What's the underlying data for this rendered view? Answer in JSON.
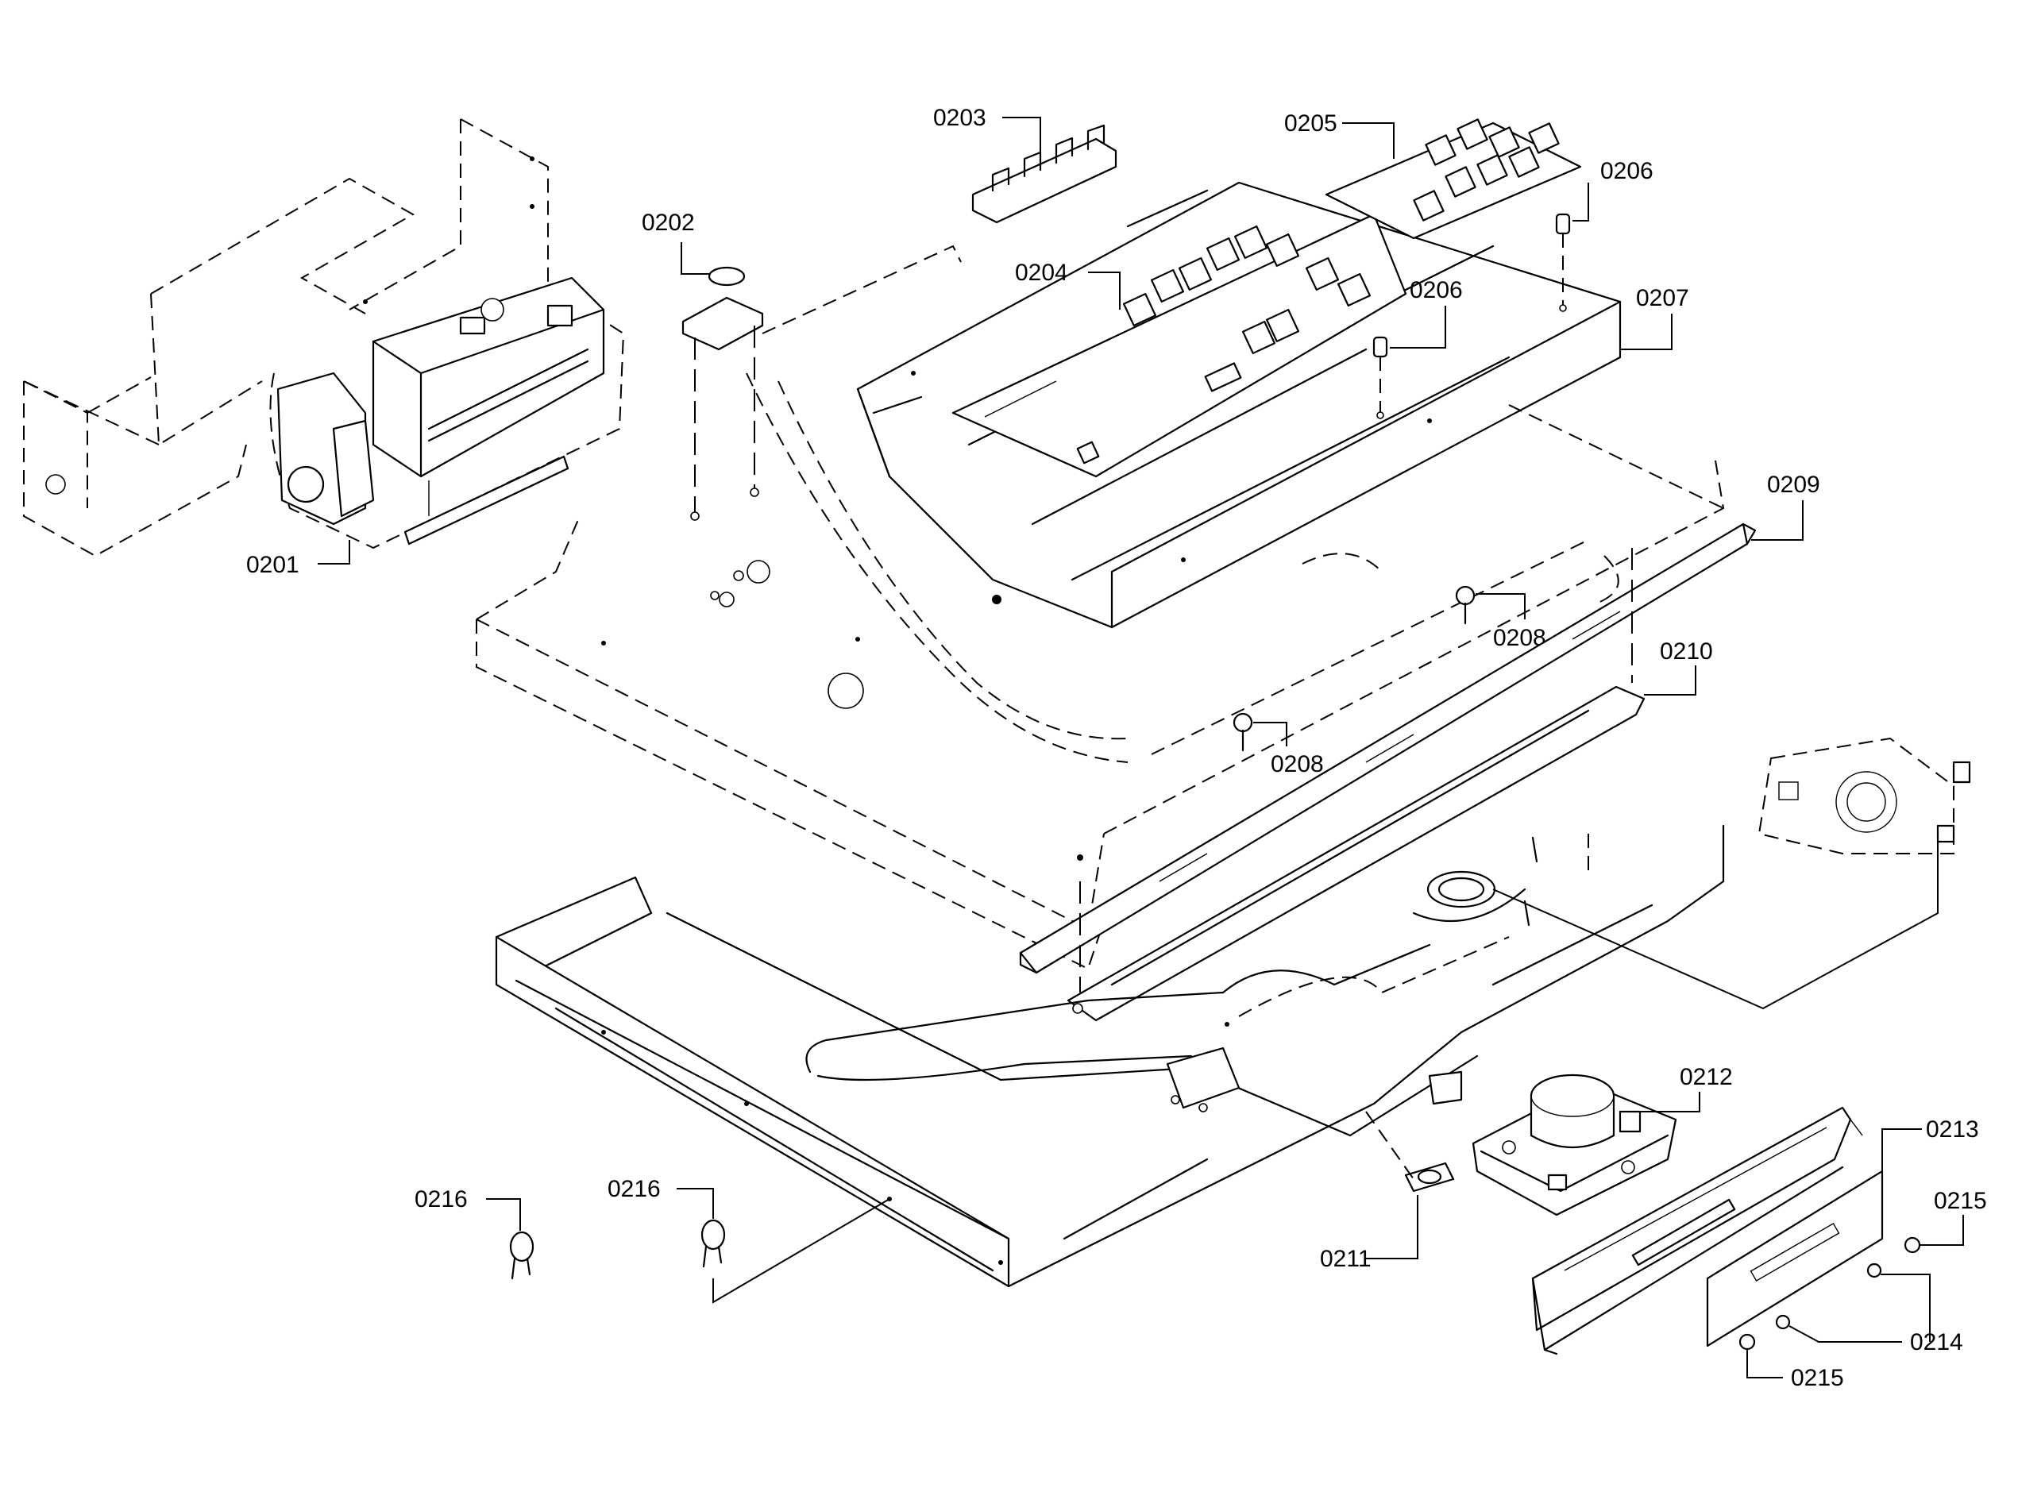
{
  "labels": {
    "p0201": "0201",
    "p0202": "0202",
    "p0203": "0203",
    "p0204": "0204",
    "p0205": "0205",
    "p0206a": "0206",
    "p0206b": "0206",
    "p0207": "0207",
    "p0208a": "0208",
    "p0208b": "0208",
    "p0209": "0209",
    "p0210": "0210",
    "p0211": "0211",
    "p0212": "0212",
    "p0213": "0213",
    "p0214": "0214",
    "p0215a": "0215",
    "p0215b": "0215",
    "p0216a": "0216",
    "p0216b": "0216"
  }
}
